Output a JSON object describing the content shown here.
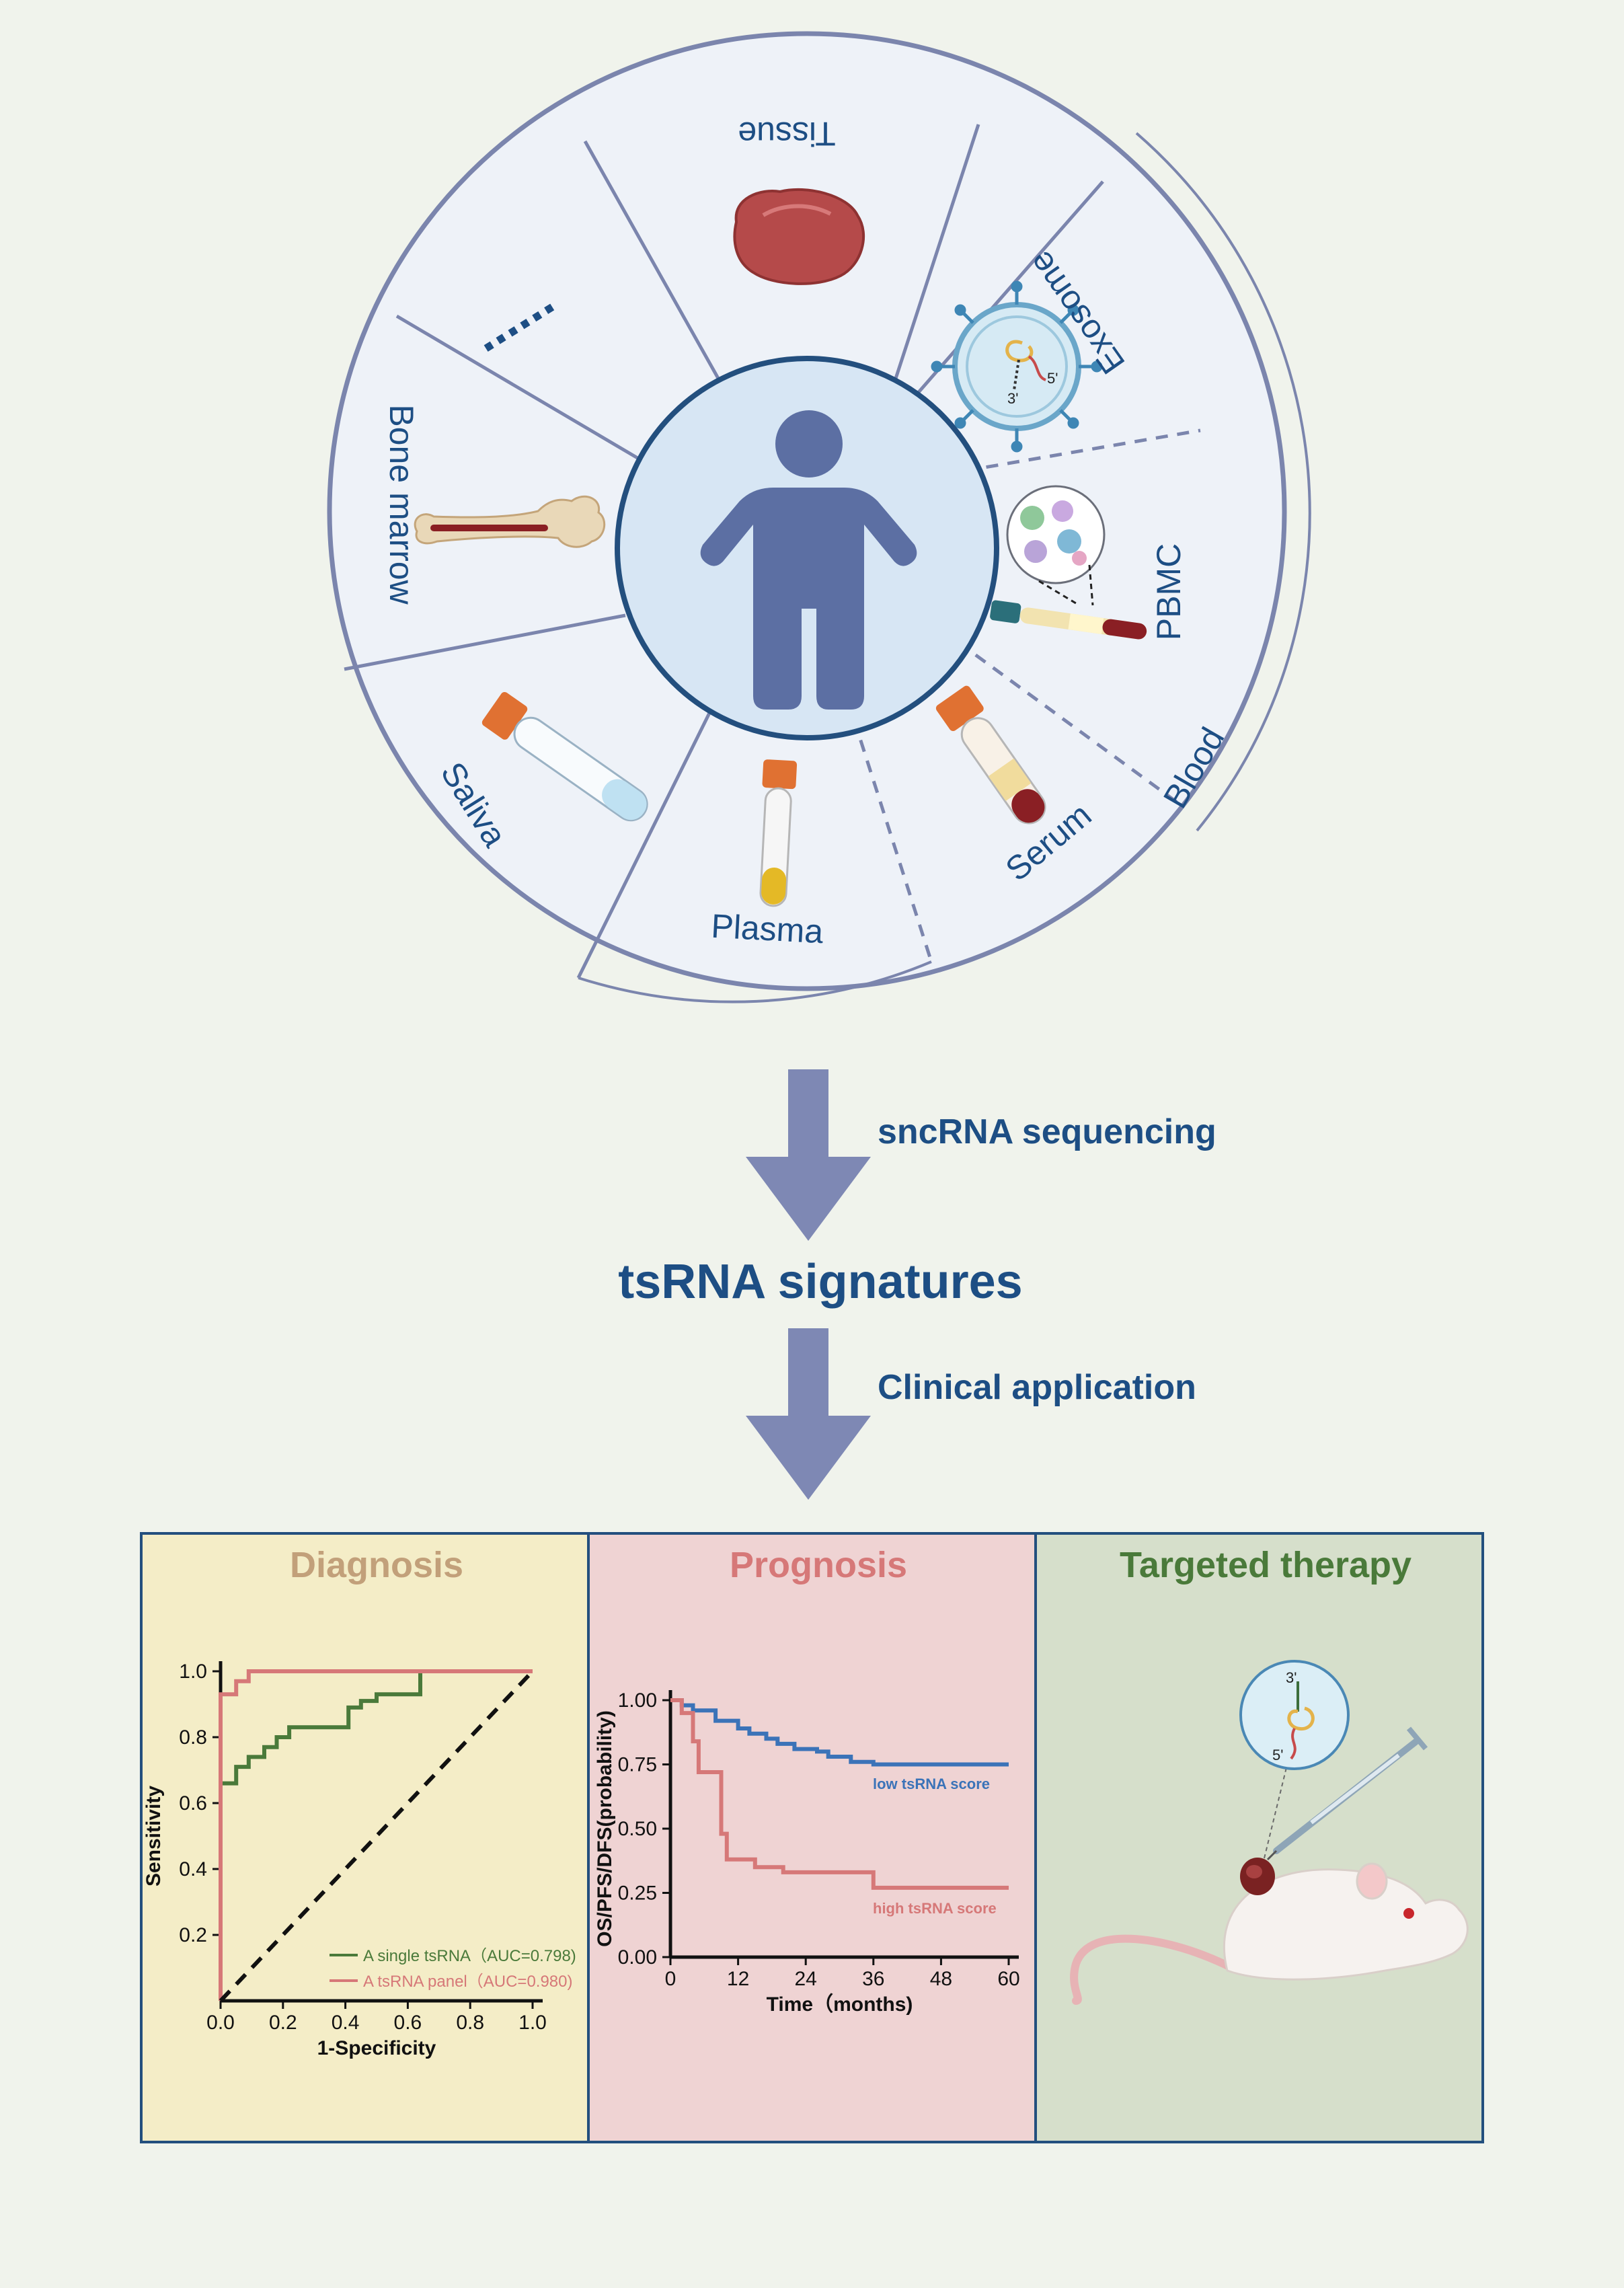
{
  "wheel": {
    "segments": {
      "tissue": "Tissue",
      "exosome": "Exosome",
      "pbmc": "PBMC",
      "blood": "Blood",
      "serum": "Serum",
      "plasma": "Plasma",
      "saliva": "Saliva",
      "bone_marrow": "Bone marrow",
      "more": "......"
    },
    "exosome_ends": {
      "five": "5'",
      "three": "3'"
    }
  },
  "flow": {
    "step1_label": "sncRNA sequencing",
    "result": "tsRNA signatures",
    "step2_label": "Clinical application"
  },
  "panels": {
    "diagnosis": {
      "title": "Diagnosis"
    },
    "prognosis": {
      "title": "Prognosis"
    },
    "therapy": {
      "title": "Targeted therapy",
      "rna_three": "3'",
      "rna_five": "5'"
    }
  },
  "colors": {
    "background": "#f0f3ec",
    "wheel_fill": "#eef2f8",
    "wheel_stroke": "#7b85ad",
    "center_fill": "#d7e6f4",
    "center_stroke": "#234f7e",
    "person": "#5c6fa3",
    "arrow": "#7e88b4",
    "navy_text": "#1d4e84",
    "diagnosis_bg": "#f4edc7",
    "prognosis_bg": "#efd3d3",
    "therapy_bg": "#d6dfcb",
    "diagnosis_title": "#c2a07a",
    "prognosis_title": "#d67878",
    "therapy_title": "#4a7a3a",
    "green_series": "#4a7a3a",
    "red_series": "#d67878",
    "blue_series": "#3b73b8"
  },
  "chart_data": [
    {
      "type": "line",
      "xlabel": "1-Specificity",
      "ylabel": "Sensitivity",
      "xlim": [
        0.0,
        1.0
      ],
      "ylim": [
        0.0,
        1.0
      ],
      "x_ticks": [
        "0.0",
        "0.2",
        "0.4",
        "0.6",
        "0.8",
        "1.0"
      ],
      "y_ticks": [
        "0.2",
        "0.4",
        "0.6",
        "0.8",
        "1.0"
      ],
      "series": [
        {
          "name": "A single tsRNA（AUC=0.798)",
          "color": "#4a7a3a",
          "x": [
            0.0,
            0.0,
            0.05,
            0.05,
            0.09,
            0.09,
            0.14,
            0.14,
            0.18,
            0.18,
            0.22,
            0.22,
            0.41,
            0.41,
            0.45,
            0.45,
            0.5,
            0.5,
            0.64,
            0.64,
            1.0
          ],
          "y": [
            0.0,
            0.66,
            0.66,
            0.71,
            0.71,
            0.74,
            0.74,
            0.77,
            0.77,
            0.8,
            0.8,
            0.83,
            0.83,
            0.89,
            0.89,
            0.91,
            0.91,
            0.93,
            0.93,
            1.0,
            1.0
          ]
        },
        {
          "name": "A tsRNA panel（AUC=0.980)",
          "color": "#d67878",
          "x": [
            0.0,
            0.0,
            0.05,
            0.05,
            0.09,
            0.09,
            1.0
          ],
          "y": [
            0.0,
            0.93,
            0.93,
            0.97,
            0.97,
            1.0,
            1.0
          ]
        },
        {
          "name": "",
          "style": "dashed",
          "color": "#111111",
          "x": [
            0.0,
            1.0
          ],
          "y": [
            0.0,
            1.0
          ]
        }
      ]
    },
    {
      "type": "line",
      "xlabel": "Time（months)",
      "ylabel": "OS/PFS/DFS(probability)",
      "xlim": [
        0,
        60
      ],
      "ylim": [
        0.0,
        1.0
      ],
      "x_ticks": [
        "0",
        "12",
        "24",
        "36",
        "48",
        "60"
      ],
      "y_ticks": [
        "0.00",
        "0.25",
        "0.50",
        "0.75",
        "1.00"
      ],
      "series": [
        {
          "name": "low tsRNA score",
          "color": "#3b73b8",
          "x": [
            0,
            2,
            2,
            4,
            4,
            8,
            8,
            12,
            12,
            14,
            14,
            17,
            17,
            19,
            19,
            22,
            22,
            26,
            26,
            28,
            28,
            32,
            32,
            36,
            36,
            60
          ],
          "y": [
            1.0,
            1.0,
            0.98,
            0.98,
            0.96,
            0.96,
            0.92,
            0.92,
            0.89,
            0.89,
            0.87,
            0.87,
            0.85,
            0.85,
            0.83,
            0.83,
            0.81,
            0.81,
            0.8,
            0.8,
            0.78,
            0.78,
            0.76,
            0.76,
            0.75,
            0.75
          ]
        },
        {
          "name": "high tsRNA score",
          "color": "#d67878",
          "x": [
            0,
            2,
            2,
            4,
            4,
            5,
            5,
            9,
            9,
            10,
            10,
            15,
            15,
            20,
            20,
            36,
            36,
            60
          ],
          "y": [
            1.0,
            1.0,
            0.95,
            0.95,
            0.84,
            0.84,
            0.72,
            0.72,
            0.48,
            0.48,
            0.38,
            0.38,
            0.35,
            0.35,
            0.33,
            0.33,
            0.27,
            0.27
          ]
        }
      ]
    }
  ]
}
